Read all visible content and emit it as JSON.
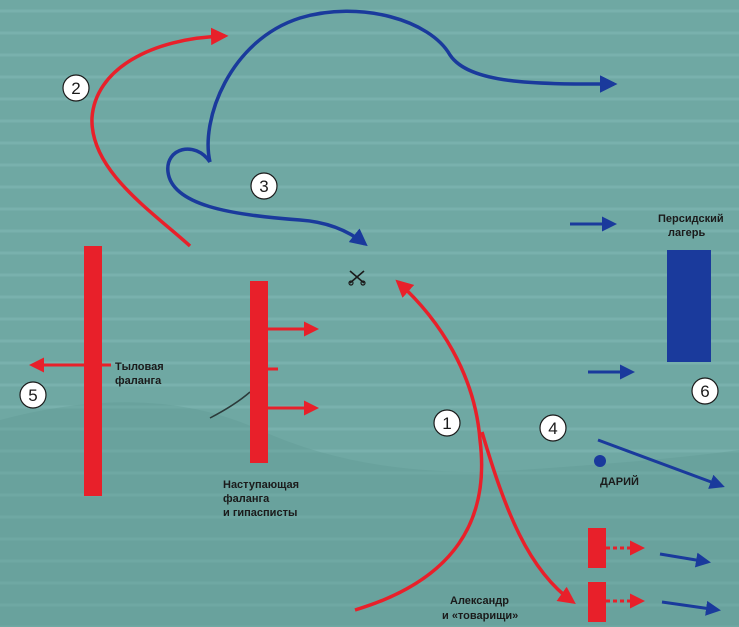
{
  "labels": {
    "rear_phalanx_line1": "Тыловая",
    "rear_phalanx_line2": "фаланга",
    "advancing_line1": "Наступающая",
    "advancing_line2": "фаланга",
    "advancing_line3": "и гипасписты",
    "persian_camp_line1": "Персидский",
    "persian_camp_line2": "лагерь",
    "darius": "ДАРИЙ",
    "alexander_line1": "Александр",
    "alexander_line2": "и «товарищи»"
  },
  "markers": [
    "1",
    "2",
    "3",
    "4",
    "5",
    "6"
  ],
  "colors": {
    "background": "#6fa8a3",
    "macedonian_red": "#e8202a",
    "persian_blue": "#1a3a9c",
    "text": "#1b1b1b"
  },
  "icons": {
    "battle": "crossed-swords-icon"
  }
}
